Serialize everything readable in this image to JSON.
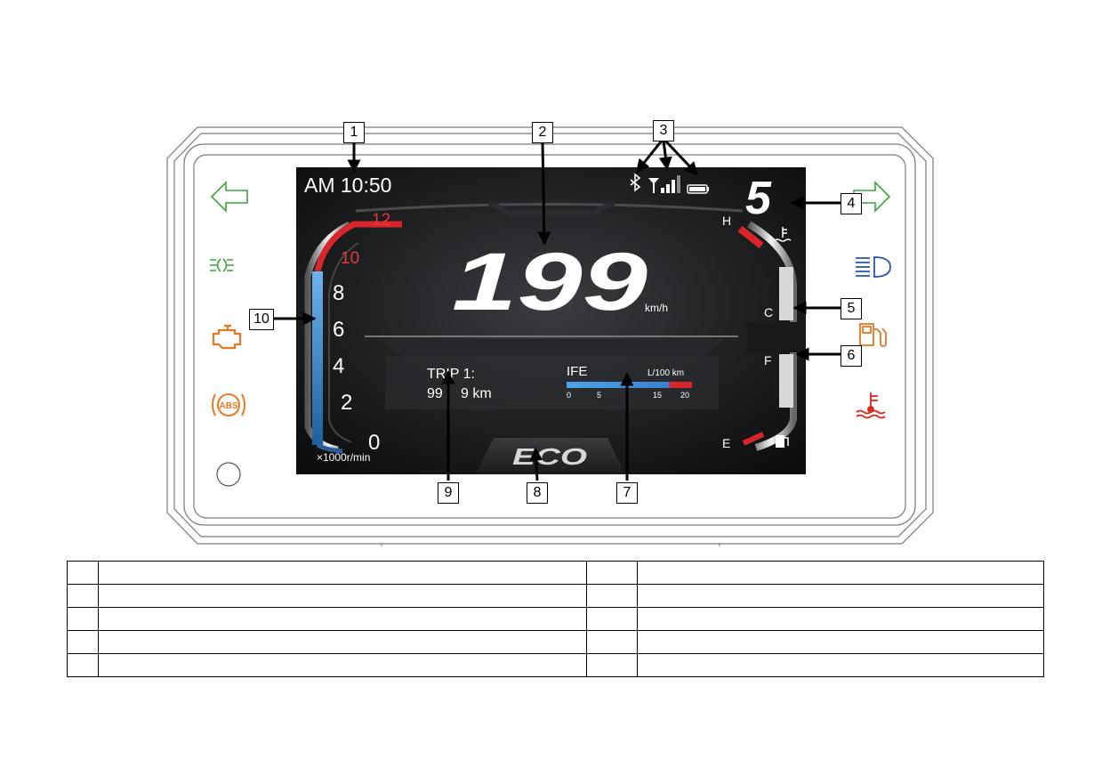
{
  "screen": {
    "clock": "AM 10:50",
    "speed": "199",
    "speed_unit": "km/h",
    "gear": "5",
    "trip_label": "TRIP 1:",
    "trip_value_left": "99",
    "trip_value_right": "9 km",
    "fuel_economy_label": "IFE",
    "fuel_economy_unit": "L/100 km",
    "fuel_economy_ticks": [
      "0",
      "5",
      "15",
      "20"
    ],
    "mode": "ECO",
    "temp_high_label": "H",
    "temp_low_label": "C",
    "fuel_full_label": "F",
    "fuel_empty_label": "E",
    "rpm_unit": "×1000r/min",
    "rpm_ticks": [
      "12",
      "10",
      "8",
      "6",
      "4",
      "2",
      "0"
    ]
  },
  "indicators": {
    "left": [
      "left-turn-signal-icon",
      "position-lamp-icon",
      "engine-warning-icon",
      "abs-warning-icon",
      "blank-indicator-icon"
    ],
    "right": [
      "right-turn-signal-icon",
      "high-beam-icon",
      "low-fuel-icon",
      "coolant-temp-warning-icon"
    ],
    "status": [
      "bluetooth-icon",
      "signal-strength-icon",
      "battery-icon"
    ]
  },
  "colors": {
    "turn_signal": "#3aa635",
    "engine_warning": "#e87722",
    "coolant_warning": "#e1251b",
    "high_beam": "#2255b0",
    "rpm_red": "#d9262c",
    "rpm_blue": "#3f8fd0"
  },
  "callouts": [
    "1",
    "2",
    "3",
    "4",
    "5",
    "6",
    "7",
    "8",
    "9",
    "10"
  ],
  "legend_table": {
    "rows": [
      [
        "",
        "",
        "",
        ""
      ],
      [
        "",
        "",
        "",
        ""
      ],
      [
        "",
        "",
        "",
        ""
      ],
      [
        "",
        "",
        "",
        ""
      ],
      [
        "",
        "",
        "",
        ""
      ]
    ]
  }
}
